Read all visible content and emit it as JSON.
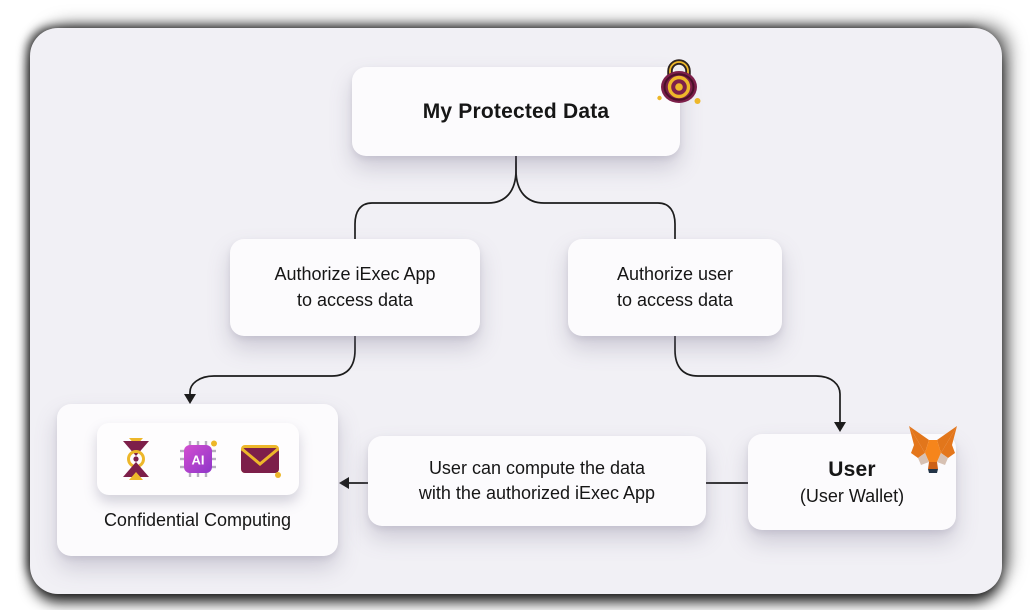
{
  "diagram": {
    "protected_data": {
      "label": "My Protected Data"
    },
    "authorize_app": {
      "line1": "Authorize iExec App",
      "line2": "to access data"
    },
    "authorize_user": {
      "line1": "Authorize user",
      "line2": "to access data"
    },
    "confidential_computing": {
      "label": "Confidential Computing",
      "ai_chip_text": "AI",
      "icons": [
        "iexec-logo-icon",
        "ai-chip-icon",
        "email-icon"
      ]
    },
    "compute_note": {
      "line1": "User can compute the data",
      "line2": "with the authorized iExec App"
    },
    "user": {
      "title": "User",
      "subtitle": "(User Wallet)"
    },
    "colors": {
      "panel_bg": "#f1f0f5",
      "node_bg": "#fcfbfd",
      "text": "#161616",
      "connector": "#1c1c1c",
      "maroon": "#7d1f4a",
      "gold": "#edb72a",
      "metamask_orange": "#f6851b",
      "ai_gradient_start": "#d34fd0",
      "ai_gradient_end": "#8e35c9"
    }
  }
}
